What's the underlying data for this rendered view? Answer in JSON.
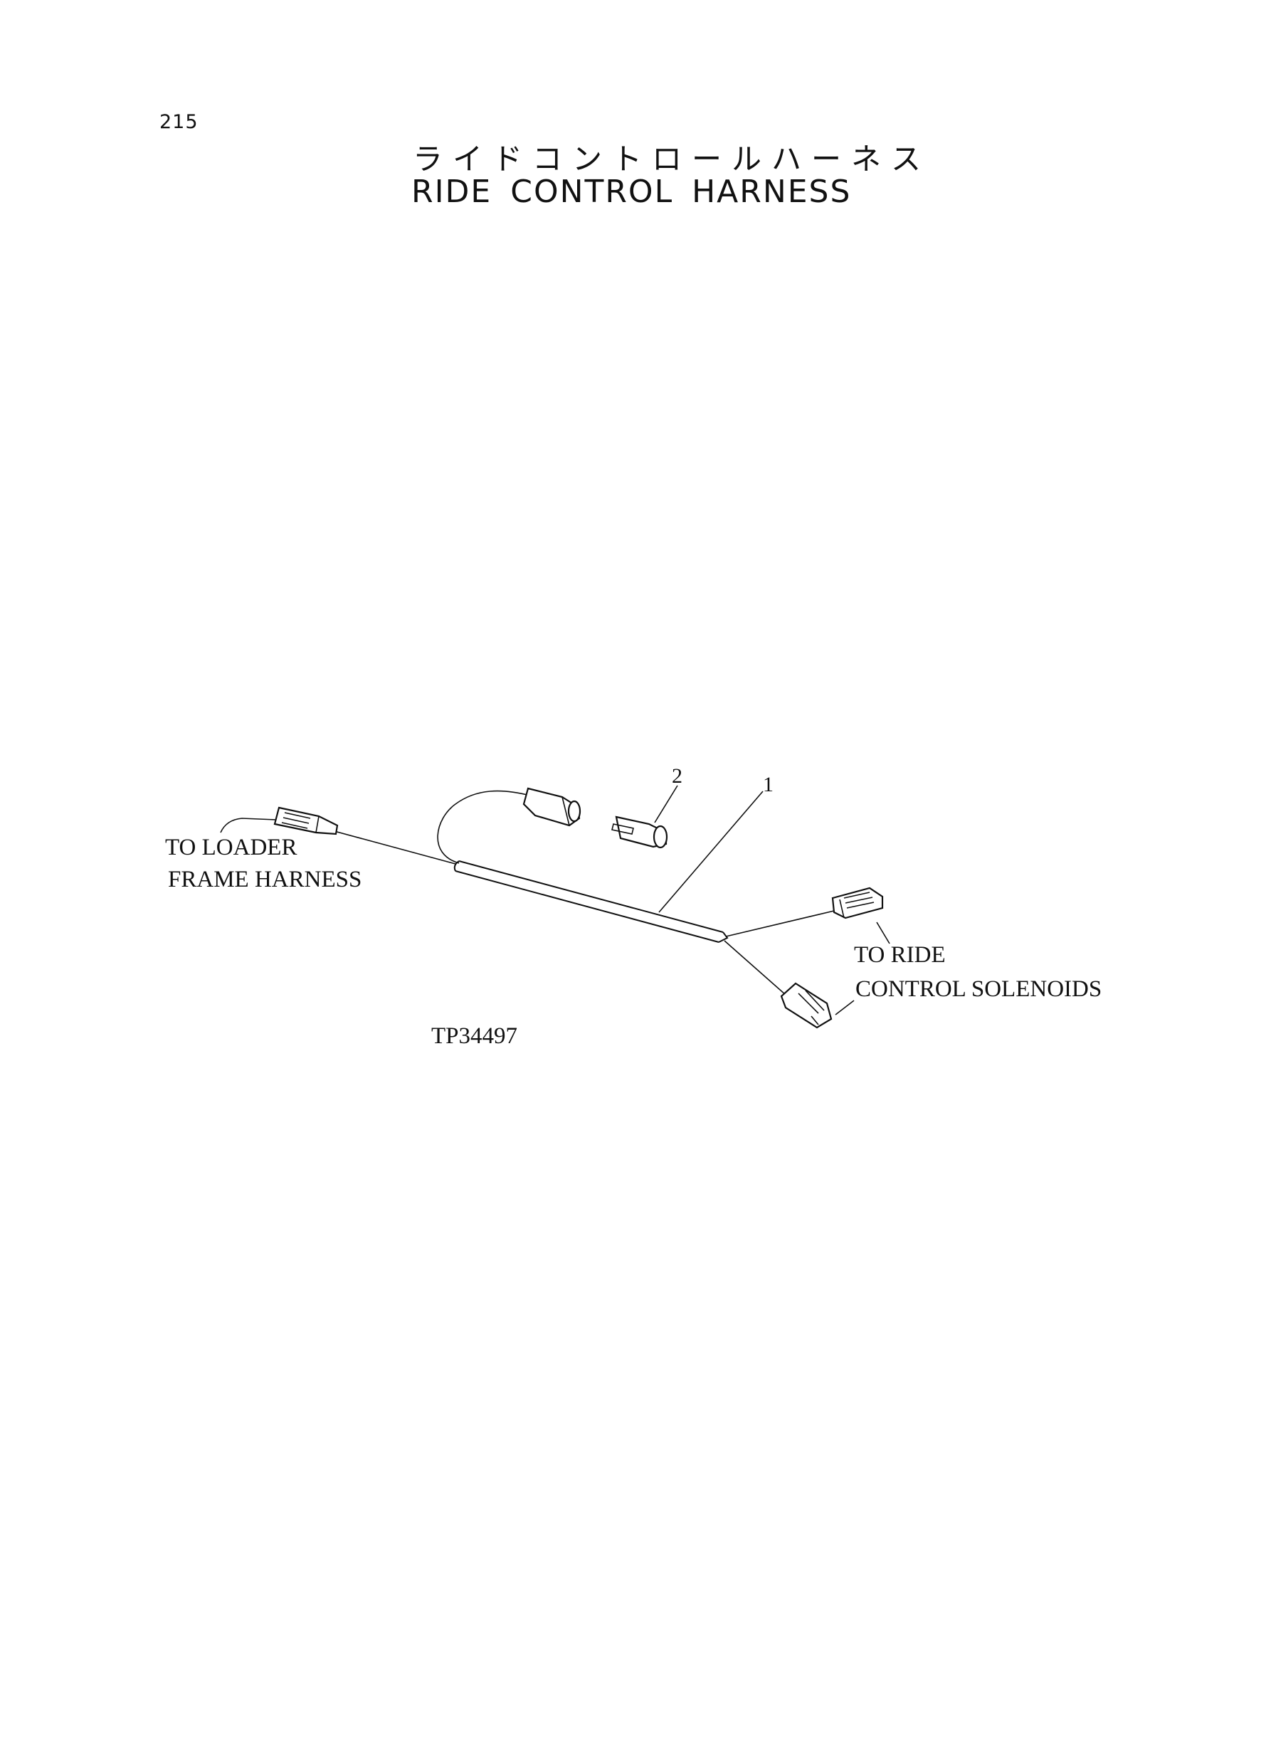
{
  "page_number": "215",
  "title_jp": "ライドコントロールハーネス",
  "title_en": "RIDE CONTROL HARNESS",
  "labels": {
    "to_loader_line1": "TO LOADER",
    "to_loader_line2": "FRAME HARNESS",
    "to_ride_line1": "TO RIDE",
    "to_ride_line2": "CONTROL SOLENOIDS",
    "figure_id": "TP34497"
  },
  "callouts": {
    "item_1": "1",
    "item_2": "2"
  }
}
